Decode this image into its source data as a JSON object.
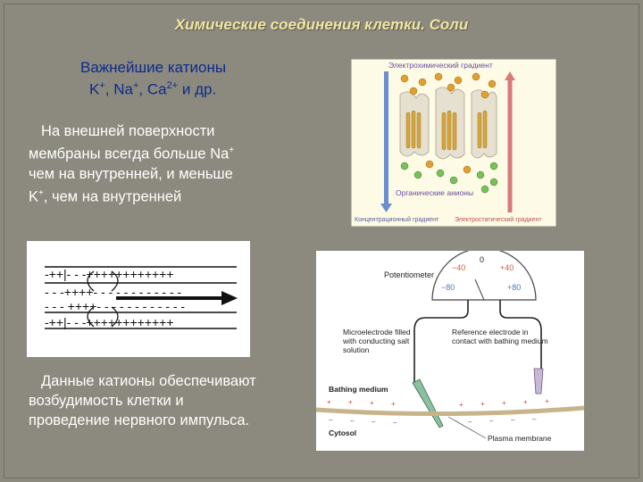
{
  "slide": {
    "title": "Химические соединения клетки. Соли"
  },
  "cations": {
    "heading": "Важнейшие катионы",
    "list_k": "K",
    "list_k_sup": "+",
    "list_sep1": ", Na",
    "list_na_sup": "+",
    "list_sep2": ", Ca",
    "list_ca_sup": "2+",
    "list_tail": " и др."
  },
  "paragraph1": {
    "part1": "На внешней поверхности мембраны всегда больше Na",
    "sup1": "+",
    "part2": " чем на внутренней, и меньше K",
    "sup2": "+",
    "part3": ", чем на внутренней"
  },
  "paragraph2": {
    "text": "Данные катионы обеспечивают возбудимость клетки и проведение нервного импульса."
  },
  "figure_gradient": {
    "top_label": "Электрохимический градиент",
    "anions_label": "Органические анионы",
    "left_label": "Концентрационный градиент",
    "right_label": "Электростатический градиент",
    "colors": {
      "left_arrow": "#6a8fd0",
      "right_arrow": "#d97a7a",
      "ion": "#e0a030",
      "anion": "#7ac05a"
    }
  },
  "figure_membrane": {
    "top_row": "-++|- - -++++++++++++",
    "row2": "- - -++++- - - - - - - - - - - -",
    "row3": "- - - ++++- - - - - - - - - - - -",
    "bottom_row": "-++|- - -++++++++++++"
  },
  "figure_potentiometer": {
    "title": "Potentiometer",
    "scale": {
      "zero": "0",
      "minus40": "−40",
      "plus40": "+40",
      "minus80": "−80",
      "plus80": "+80"
    },
    "microelectrode": "Microelectrode filled with conducting salt solution",
    "reference": "Reference electrode in contact with bathing medium",
    "bathing": "Bathing medium",
    "cytosol": "Cytosol",
    "plasma": "Plasma membrane"
  }
}
